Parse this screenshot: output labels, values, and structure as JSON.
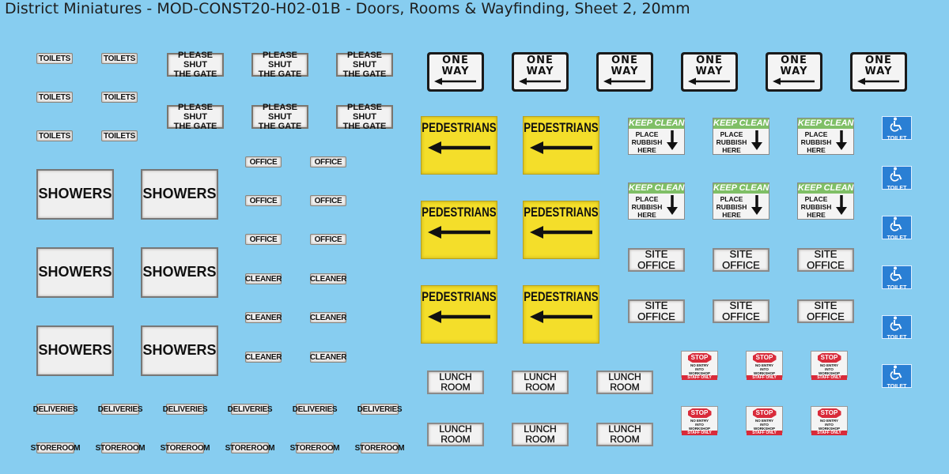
{
  "page_title": "District Miniatures - MOD-CONST20-H02-01B - Doors, Rooms & Wayfinding, Sheet 2, 20mm",
  "labels": {
    "toilets": "TOILETS",
    "please_shut_line1": "PLEASE SHUT",
    "please_shut_line2": "THE GATE",
    "showers": "SHOWERS",
    "office": "OFFICE",
    "cleaner": "CLEANER",
    "deliveries": "DELIVERIES",
    "storeroom": "STOREROOM",
    "one_way": "ONE WAY",
    "pedestrians": "PEDESTRIANS",
    "keep_clean": "KEEP CLEAN",
    "place_rubbish": [
      "PLACE",
      "RUBBISH",
      "HERE"
    ],
    "site_office": "SITE OFFICE",
    "lunch_room": "LUNCH ROOM",
    "toilet": "TOILET",
    "stop": "STOP",
    "no_entry": [
      "NO ENTRY",
      "INTO",
      "WORKSHOP"
    ],
    "staff_only": "STAFF ONLY"
  },
  "colors": {
    "background": "#87cdf0",
    "pedestrian_yellow": "#f4de2a",
    "keep_clean_green": "#7fbf66",
    "toilet_blue": "#2a7fd4",
    "stop_red": "#d92b3a"
  },
  "icons": {
    "one_way": "left-arrow-icon",
    "pedestrians": "left-arrow-icon",
    "keep_clean": "down-arrow-icon",
    "toilet": "wheelchair-icon",
    "stop": "stop-octagon-icon"
  }
}
